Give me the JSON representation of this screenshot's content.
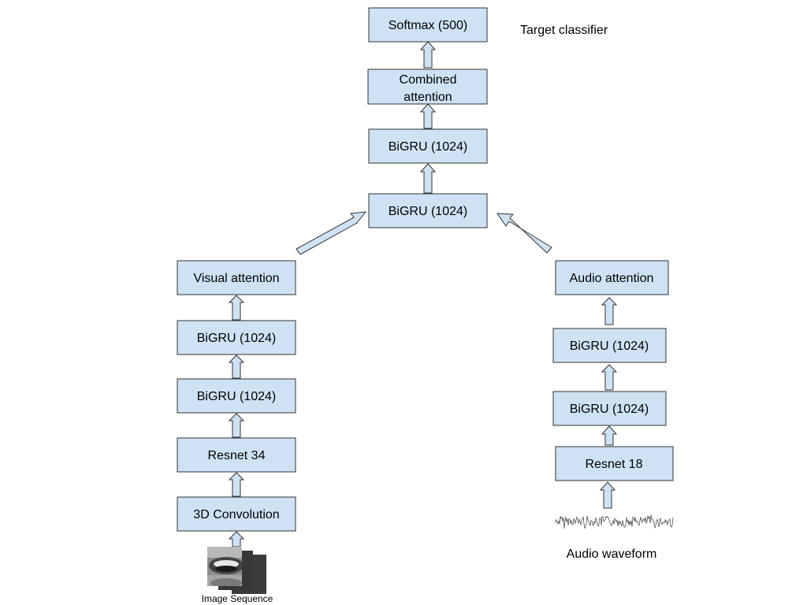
{
  "diagram": {
    "target_label": "Target classifier",
    "nodes": {
      "softmax": "Softmax (500)",
      "combined_attention_line1": "Combined",
      "combined_attention_line2": "attention",
      "bigru_top": "BiGRU (1024)",
      "bigru_merge": "BiGRU (1024)",
      "visual_attention": "Visual attention",
      "visual_bigru_upper": "BiGRU (1024)",
      "visual_bigru_lower": "BiGRU (1024)",
      "resnet34": "Resnet 34",
      "conv3d": "3D Convolution",
      "audio_attention": "Audio attention",
      "audio_bigru_upper": "BiGRU (1024)",
      "audio_bigru_lower": "BiGRU (1024)",
      "resnet18": "Resnet 18"
    },
    "inputs": {
      "image_caption": "Image Sequence",
      "audio_caption": "Audio waveform"
    }
  },
  "colors": {
    "box_fill": "#cfe2f3",
    "box_stroke": "#333333",
    "text": "#000000"
  },
  "icons": {
    "image_input": "mouth-frames-icon",
    "audio_input": "waveform-icon"
  }
}
